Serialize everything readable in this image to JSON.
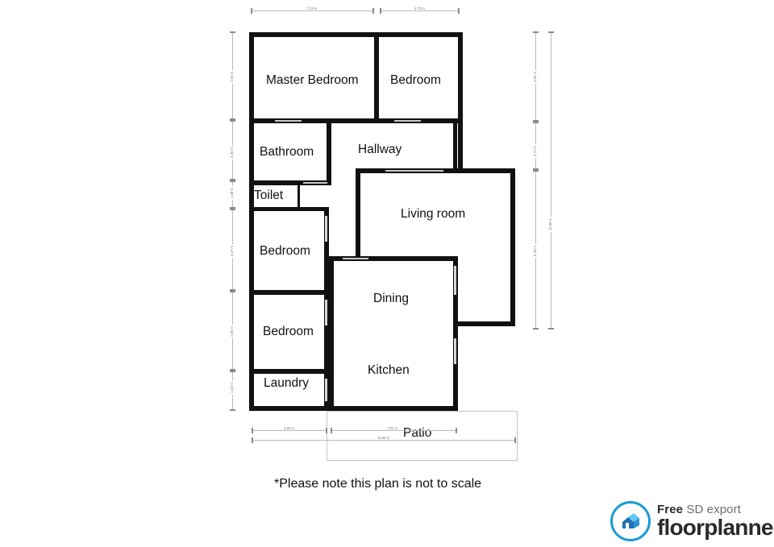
{
  "plan": {
    "rooms": [
      {
        "name": "Master Bedroom"
      },
      {
        "name": "Bedroom"
      },
      {
        "name": "Bathroom"
      },
      {
        "name": "Hallway"
      },
      {
        "name": "Toilet"
      },
      {
        "name": "Living room"
      },
      {
        "name": "Bedroom"
      },
      {
        "name": "Dining"
      },
      {
        "name": "Bedroom"
      },
      {
        "name": "Kitchen"
      },
      {
        "name": "Laundry"
      },
      {
        "name": "Patio"
      }
    ],
    "dimensions": {
      "top_left": "7.13 m",
      "top_right": "4.73 m",
      "left_1": "4.60 m",
      "left_2": "3.26 m",
      "left_3": "1.38 m",
      "left_4": "4.47 m",
      "left_5": "4.55 m",
      "left_6": "1.23 m",
      "right_1": "4.65 m",
      "right_2": "2.72 m",
      "right_3": "5.46 m",
      "right_overall": "15.06 m",
      "bottom_left": "4.26 m",
      "bottom_right": "7.61 m",
      "bottom_overall": "15.00 m"
    },
    "note": "*Please note this plan is not to scale"
  },
  "footer": {
    "logo_top_bold": "Free",
    "logo_top_rest": " SD export",
    "logo_bottom": "floorplanner",
    "accent_color": "#1a9ad6"
  }
}
